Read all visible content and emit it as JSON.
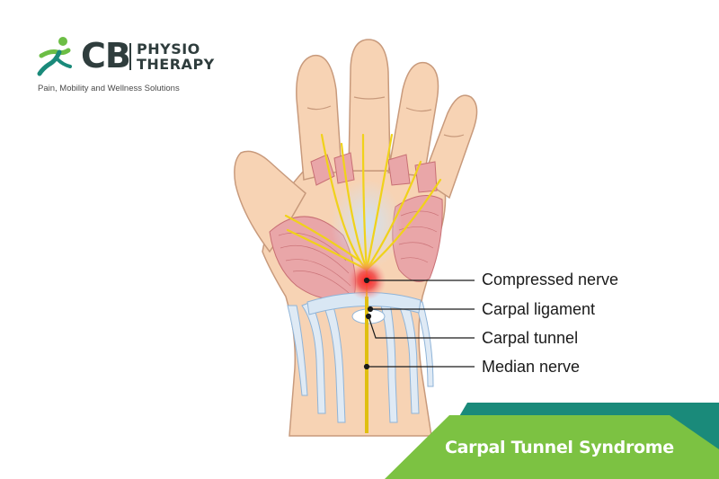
{
  "logo": {
    "mark": "CB",
    "name_line1": "PHYSIO",
    "name_line2": "THERAPY",
    "tagline": "Pain,  Mobility and Wellness Solutions",
    "icon": "runner-figure-icon",
    "colors": {
      "green": "#6cbe45",
      "teal": "#1a8a7a",
      "dark": "#2f3d3d"
    }
  },
  "labels": [
    {
      "id": "compressed-nerve",
      "text": "Compressed nerve"
    },
    {
      "id": "carpal-ligament",
      "text": "Carpal ligament"
    },
    {
      "id": "carpal-tunnel",
      "text": "Carpal tunnel"
    },
    {
      "id": "median-nerve",
      "text": "Median nerve"
    }
  ],
  "banner": {
    "title": "Carpal Tunnel Syndrome",
    "colors": {
      "green": "#7cc242",
      "teal": "#1a8a7a"
    }
  },
  "illustration": {
    "subject": "hand-palm-anatomy",
    "colors": {
      "skin": "#f7d3b4",
      "skin_outline": "#c89a7c",
      "muscle": "#e9a6a8",
      "muscle_lines": "#c86f74",
      "nerve": "#f0d21a",
      "tendon": "#dfeaf5",
      "tendon_outline": "#8fb4d8",
      "inflammation": "#e81818"
    }
  }
}
